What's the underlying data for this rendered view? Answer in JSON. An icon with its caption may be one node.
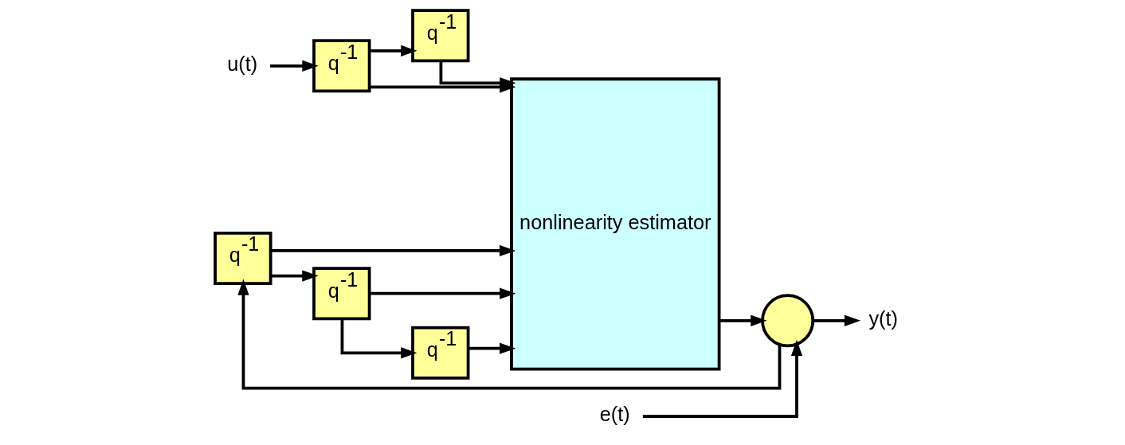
{
  "diagram": {
    "nodes": [
      {
        "text": [
          "u(t)"
        ]
      },
      {
        "text": [
          "q$^{-1}$"
        ]
      },
      {
        "text": [
          "q$^{-1}$"
        ]
      },
      {
        "text": [
          "nonlinearity estimator"
        ]
      },
      {
        "text": [
          "e(t)"
        ]
      },
      {
        "text": [],
        "shape": "circle"
      },
      {
        "text": [
          "y(t)"
        ]
      },
      {
        "text": [
          "q$^{-1}$"
        ]
      },
      {
        "text": [
          "q$^{-1}$"
        ]
      },
      {
        "text": [
          "q$^{-1}$"
        ]
      }
    ],
    "edges": [
      {
        "from": 0,
        "to": 1,
        "arrow": "to"
      },
      {
        "from": 1,
        "to": 2,
        "arrow": "to"
      },
      {
        "from": 2,
        "to": 3,
        "arrow": "to"
      },
      {
        "from": 1,
        "to": 3,
        "arrow": "to"
      },
      {
        "from": 7,
        "to": 8,
        "arrow": "to"
      },
      {
        "from": 8,
        "to": 9,
        "arrow": "to"
      },
      {
        "from": 9,
        "to": 3,
        "arrow": "to"
      },
      {
        "from": 8,
        "to": 3,
        "arrow": "to"
      },
      {
        "from": 7,
        "to": 3,
        "arrow": "to"
      },
      {
        "from": 3,
        "to": 5,
        "arrow": "to"
      },
      {
        "from": 4,
        "to": 5,
        "arrow": "to"
      },
      {
        "from": 5,
        "to": 6,
        "arrow": "to"
      },
      {
        "from": 5,
        "to": 7,
        "arrow": "to"
      }
    ]
  }
}
